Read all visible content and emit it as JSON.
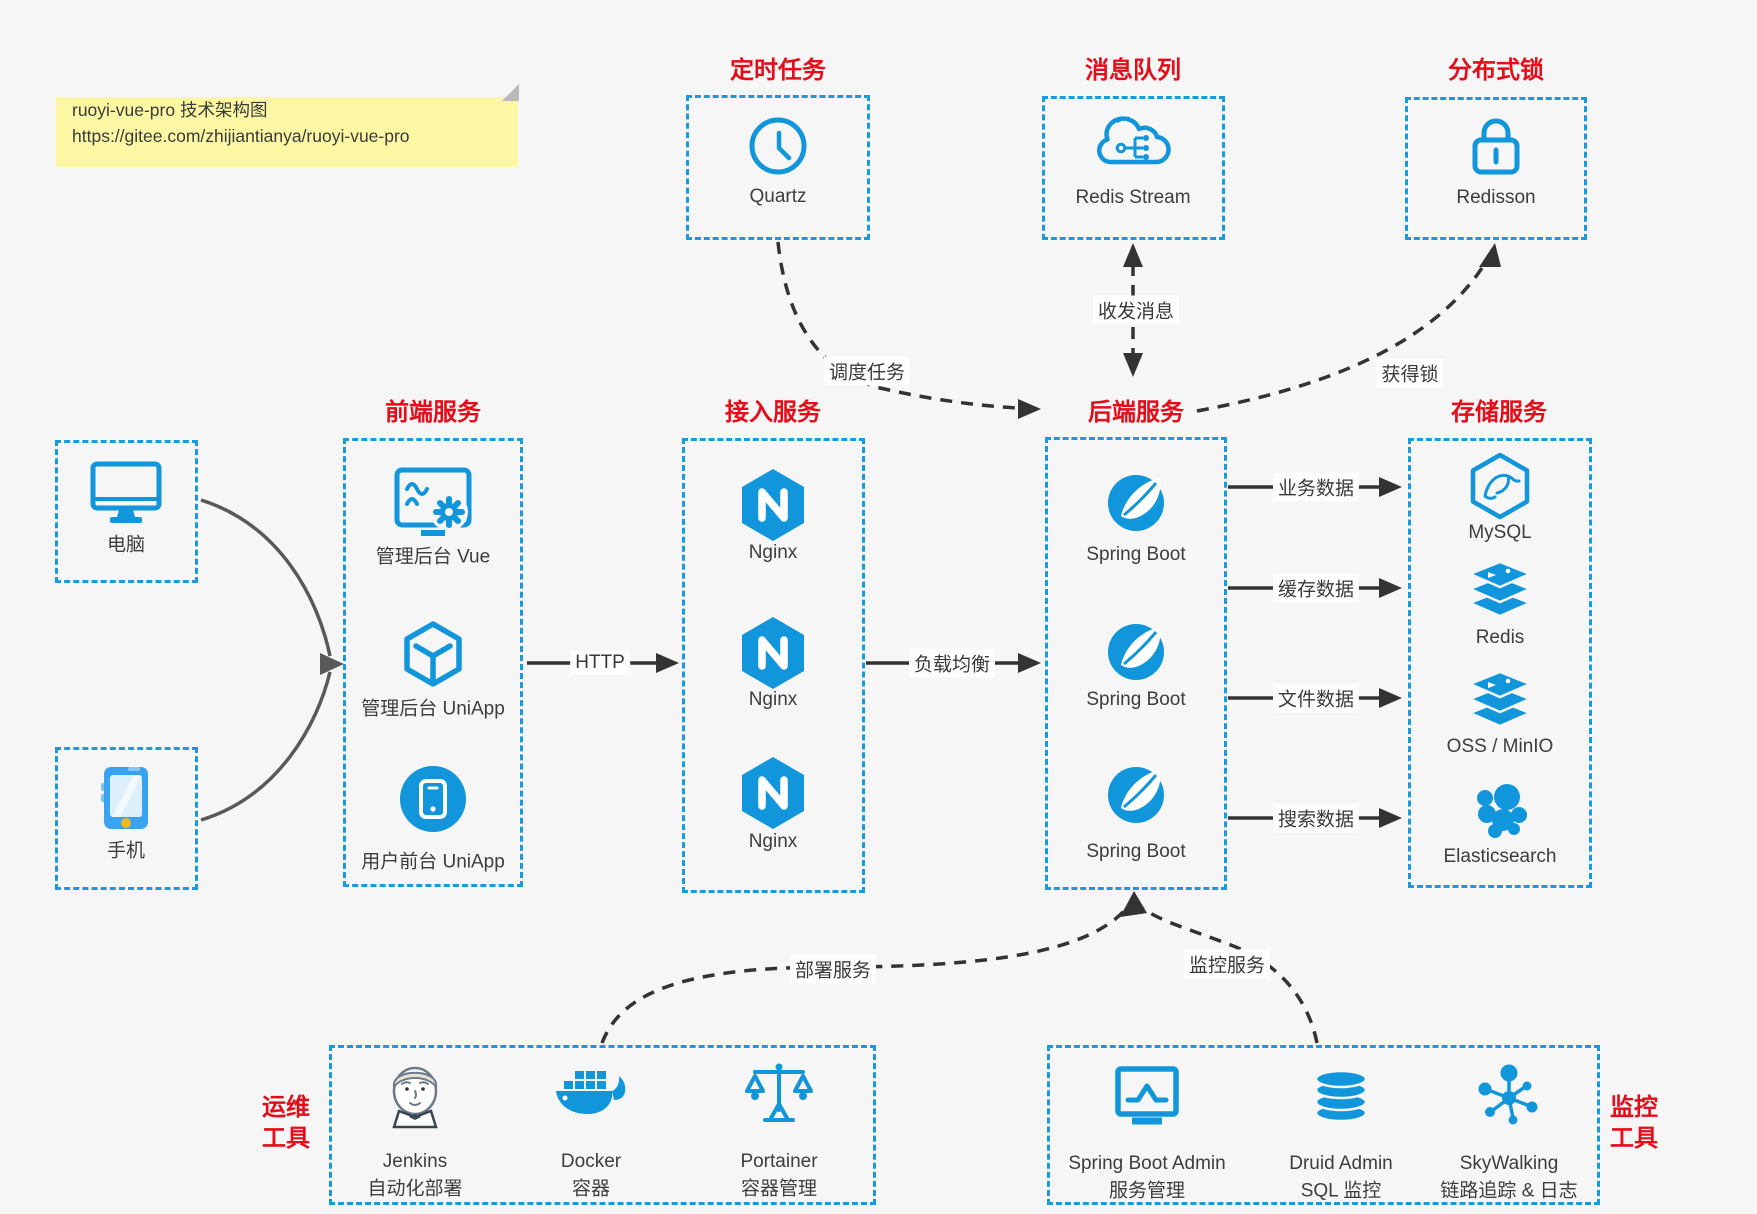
{
  "note": {
    "title": "ruoyi-vue-pro 技术架构图",
    "url": "https://gitee.com/zhijiantianya/ruoyi-vue-pro"
  },
  "top": {
    "scheduled": {
      "title": "定时任务",
      "label": "Quartz"
    },
    "mq": {
      "title": "消息队列",
      "label": "Redis Stream"
    },
    "lock": {
      "title": "分布式锁",
      "label": "Redisson"
    }
  },
  "clients": {
    "computer": "电脑",
    "phone": "手机"
  },
  "columns": {
    "frontend": {
      "title": "前端服务",
      "items": [
        "管理后台 Vue",
        "管理后台 UniApp",
        "用户前台 UniApp"
      ]
    },
    "gateway": {
      "title": "接入服务",
      "items": [
        "Nginx",
        "Nginx",
        "Nginx"
      ]
    },
    "backend": {
      "title": "后端服务",
      "items": [
        "Spring Boot",
        "Spring Boot",
        "Spring Boot"
      ]
    },
    "storage": {
      "title": "存储服务",
      "items": [
        "MySQL",
        "Redis",
        "OSS / MinIO",
        "Elasticsearch"
      ]
    }
  },
  "bottom": {
    "ops": {
      "title": [
        "运维",
        "工具"
      ],
      "items": [
        {
          "name": "Jenkins",
          "desc": "自动化部署"
        },
        {
          "name": "Docker",
          "desc": "容器"
        },
        {
          "name": "Portainer",
          "desc": "容器管理"
        }
      ]
    },
    "monitor": {
      "title": [
        "监控",
        "工具"
      ],
      "items": [
        {
          "name": "Spring Boot Admin",
          "desc": "服务管理"
        },
        {
          "name": "Druid Admin",
          "desc": "SQL 监控"
        },
        {
          "name": "SkyWalking",
          "desc": "链路追踪 & 日志"
        }
      ]
    }
  },
  "edges": {
    "schedule": "调度任务",
    "message": "收发消息",
    "lock": "获得锁",
    "http": "HTTP",
    "lb": "负载均衡",
    "business": "业务数据",
    "cache": "缓存数据",
    "file": "文件数据",
    "search": "搜索数据",
    "deploy": "部署服务",
    "monitoring": "监控服务"
  },
  "colors": {
    "accent_red": "#e60c19",
    "accent_blue": "#1296db",
    "border_blue": "#189ade",
    "arrow_dark": "#333333",
    "arrow_gray": "#595959",
    "note_bg": "#fbf7a3"
  }
}
